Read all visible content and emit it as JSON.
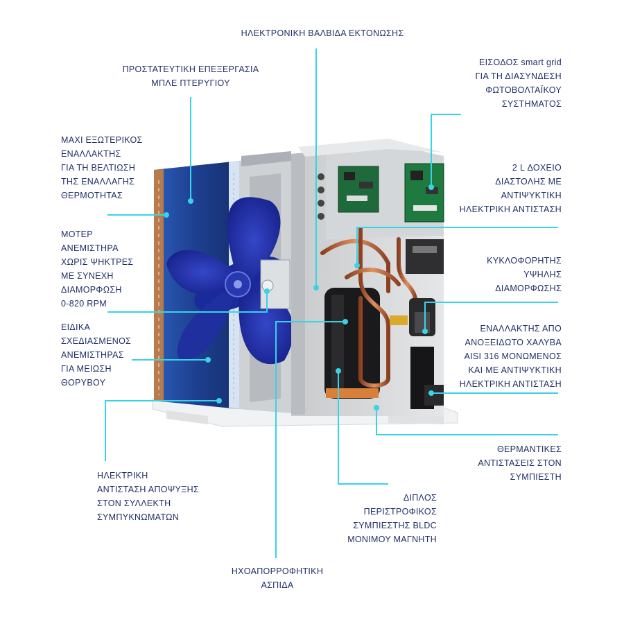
{
  "labels": {
    "expansion_valve": [
      "ΗΛΕΚΤΡΟΝΙΚΗ ΒΑΛΒΙΔΑ ΕΚΤΟΝΩΣΗΣ"
    ],
    "protective_coating": [
      "ΠΡΟΣΤΑΤΕΥΤΙΚΗ ΕΠΕΞΕΡΓΑΣΙΑ",
      "ΜΠΛΕ ΠΤΕΡΥΓΙΟΥ"
    ],
    "smart_grid_input": [
      "ΕΙΣΟΔΟΣ smart grid",
      "ΓΙΑ ΤΗ ΔΙΑΣΥΝΔΕΣΗ",
      "ΦΩΤΟΒΟΛΤΑΪΚΟΥ",
      "ΣΥΣΤΗΜΑΤΟΣ"
    ],
    "maxi_exchanger": [
      "ΜΑΧΙ ΕΞΩΤΕΡΙΚΟΣ",
      "ΕΝΑΛΛΑΚΤΗΣ",
      "ΓΙΑ ΤΗ ΒΕΛΤΙΩΣΗ",
      "ΤΗΣ ΕΝΑΛΛΑΓΗΣ",
      "ΘΕΡΜΟΤΗΤΑΣ"
    ],
    "expansion_tank": [
      "2 L ΔΟΧΕΙΟ",
      "ΔΙΑΣΤΟΛΗΣ ΜΕ",
      "ΑΝΤΙΨΥΚΤΙΚΗ",
      "ΗΛΕΚΤΡΙΚΗ ΑΝΤΙΣΤΑΣΗ"
    ],
    "fan_motor": [
      "ΜΟΤΕΡ",
      "ΑΝΕΜΙΣΤΗΡΑ",
      "ΧΩΡΙΣ ΨΗΚΤΡΕΣ",
      "ΜΕ ΣΥΝΕΧΗ",
      "ΔΙΑΜΟΡΦΩΣΗ",
      "0-820 RPM"
    ],
    "circulator": [
      "ΚΥΚΛΟΦΟΡΗΤΗΣ",
      "ΥΨΗΛΗΣ",
      "ΔΙΑΜΟΡΦΩΣΗΣ"
    ],
    "special_fan": [
      "ΕΙΔΙΚΑ",
      "ΣΧΕΔΙΑΣΜΕΝΟΣ",
      "ΑΝΕΜΙΣΤΗΡΑΣ",
      "ΓΙΑ ΜΕΙΩΣΗ",
      "ΘΟΡΥΒΟΥ"
    ],
    "steel_exchanger": [
      "ΕΝΑΛΛΑΚΤΗΣ ΑΠΟ",
      "ΑΝΟΞΕΙΔΩΤΟ ΧΑΛΥΒΑ",
      "AISI 316 ΜΟΝΩΜΕΝΟΣ",
      "ΚΑΙ ΜΕ ΑΝΤΙΨΥΚΤΙΚΗ",
      "ΗΛΕΚΤΡΙΚΗ ΑΝΤΙΣΤΑΣΗ"
    ],
    "compressor_heaters": [
      "ΘΕΡΜΑΝΤΙΚΕΣ",
      "ΑΝΤΙΣΤΑΣΕΙΣ ΣΤΟΝ",
      "ΣΥΜΠΙΕΣΤΗ"
    ],
    "defrost_heater": [
      "ΗΛΕΚΤΡΙΚΗ",
      "ΑΝΤΙΣΤΑΣΗ ΑΠΟΨΥΞΗΣ",
      "ΣΤΟΝ ΣΥΛΛΕΚΤΗ",
      "ΣΥΜΠΥΚΝΩΜΑΤΩΝ"
    ],
    "bldc_compressor": [
      "ΔΙΠΛΟΣ",
      "ΠΕΡΙΣΤΡΟΦΙΚΟΣ",
      "ΣΥΜΠΙΕΣΤΗΣ BLDC",
      "ΜΟΝΙΜΟΥ ΜΑΓΝΗΤΗ"
    ],
    "acoustic_shield": [
      "ΗΧΟΑΠΟΡΡΟΦΗΤΙΚΗ",
      "ΑΣΠΙΔΑ"
    ]
  },
  "colors": {
    "leader_line": "#3ad2e6",
    "label_text": "#1f2f66",
    "fan_blue": "#1a2a9a",
    "coil_blue": "#1d3f8f",
    "copper": "#c8703c"
  }
}
